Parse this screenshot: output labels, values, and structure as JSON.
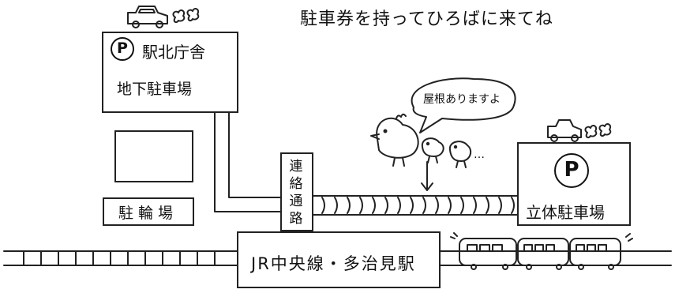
{
  "headline": "駐車券を持ってひろばに来てね",
  "buildings": {
    "north_parking": {
      "symbol": "P",
      "name": "駅北庁舎",
      "sub": "地下駐車場"
    },
    "bicycle_parking": {
      "name": "駐輪場"
    },
    "passage": {
      "name": "連絡通路"
    },
    "multistory_parking": {
      "symbol": "P",
      "name": "立体駐車場"
    },
    "station": {
      "name": "JR中央線・多治見駅"
    }
  },
  "speech_bubble": {
    "text": "屋根ありますよ"
  },
  "bird_chatter": "…",
  "colors": {
    "ink": "#222222",
    "paper": "#ffffff"
  },
  "icons": [
    "car-icon",
    "exhaust-puff-icon",
    "bird-icon",
    "train-icon",
    "arrow-down-icon"
  ]
}
